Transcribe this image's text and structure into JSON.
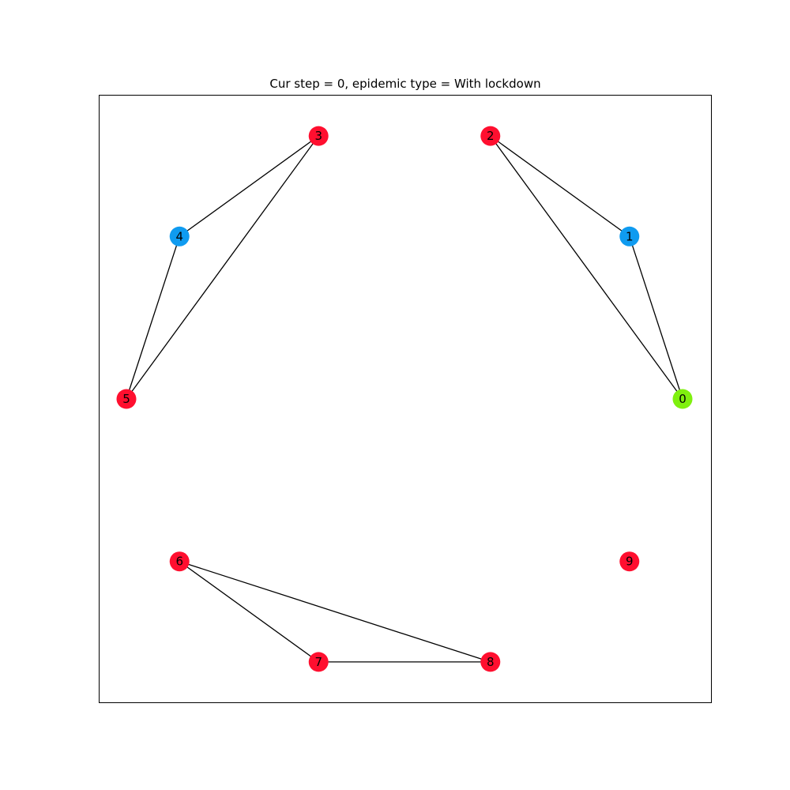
{
  "title": "Cur step = 0, epidemic type = With lockdown",
  "colors": {
    "susceptible": "#ff0f2f",
    "isolated": "#0f9bf0",
    "infected": "#7ff00f",
    "edge": "#000000"
  },
  "graph": {
    "nodes": [
      {
        "id": "0",
        "state": "infected"
      },
      {
        "id": "1",
        "state": "isolated"
      },
      {
        "id": "2",
        "state": "susceptible"
      },
      {
        "id": "3",
        "state": "susceptible"
      },
      {
        "id": "4",
        "state": "isolated"
      },
      {
        "id": "5",
        "state": "susceptible"
      },
      {
        "id": "6",
        "state": "susceptible"
      },
      {
        "id": "7",
        "state": "susceptible"
      },
      {
        "id": "8",
        "state": "susceptible"
      },
      {
        "id": "9",
        "state": "susceptible"
      }
    ],
    "edges": [
      [
        "0",
        "1"
      ],
      [
        "0",
        "2"
      ],
      [
        "1",
        "2"
      ],
      [
        "3",
        "4"
      ],
      [
        "3",
        "5"
      ],
      [
        "4",
        "5"
      ],
      [
        "6",
        "7"
      ],
      [
        "6",
        "8"
      ],
      [
        "7",
        "8"
      ]
    ]
  }
}
